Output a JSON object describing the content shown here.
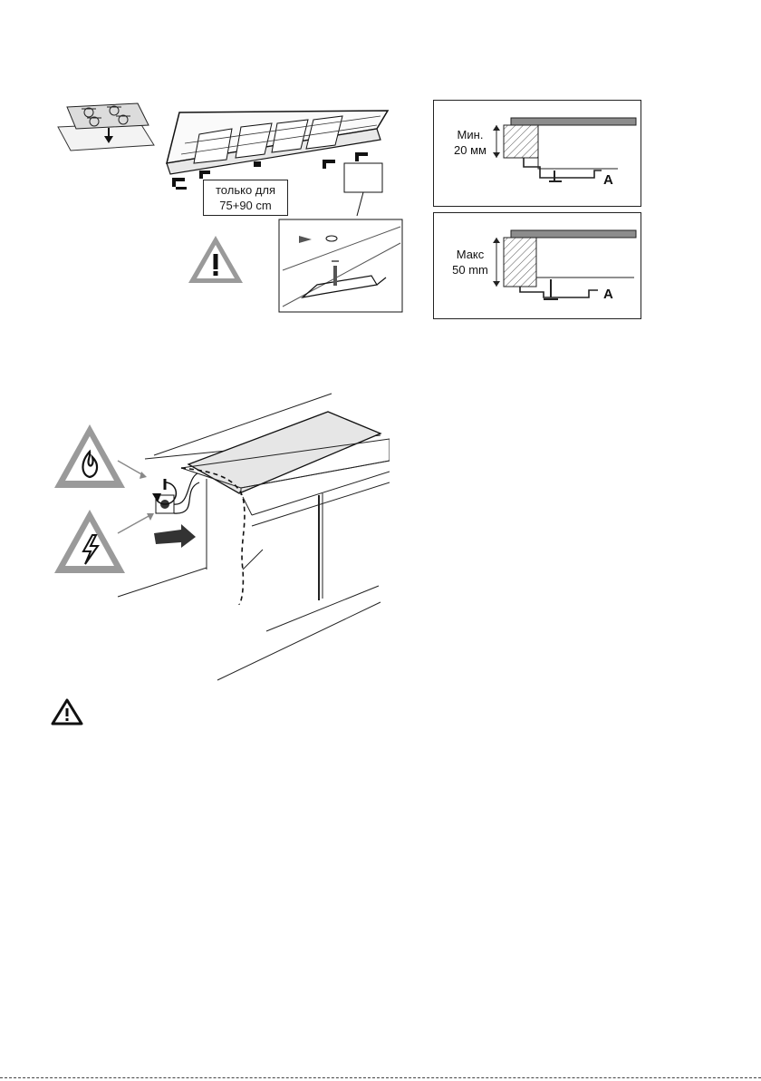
{
  "install_figure": {
    "callout_label": "только для\n75+90 cm"
  },
  "detail_min": {
    "label": "Мин.\n20 мм",
    "part_letter": "A"
  },
  "detail_max": {
    "label": "Макс\n50 mm",
    "part_letter": "A"
  },
  "icons": {
    "warning": "warning-triangle-icon",
    "gas": "gas-flame-warning-icon",
    "electric": "electric-shock-warning-icon",
    "note": "caution-icon"
  }
}
